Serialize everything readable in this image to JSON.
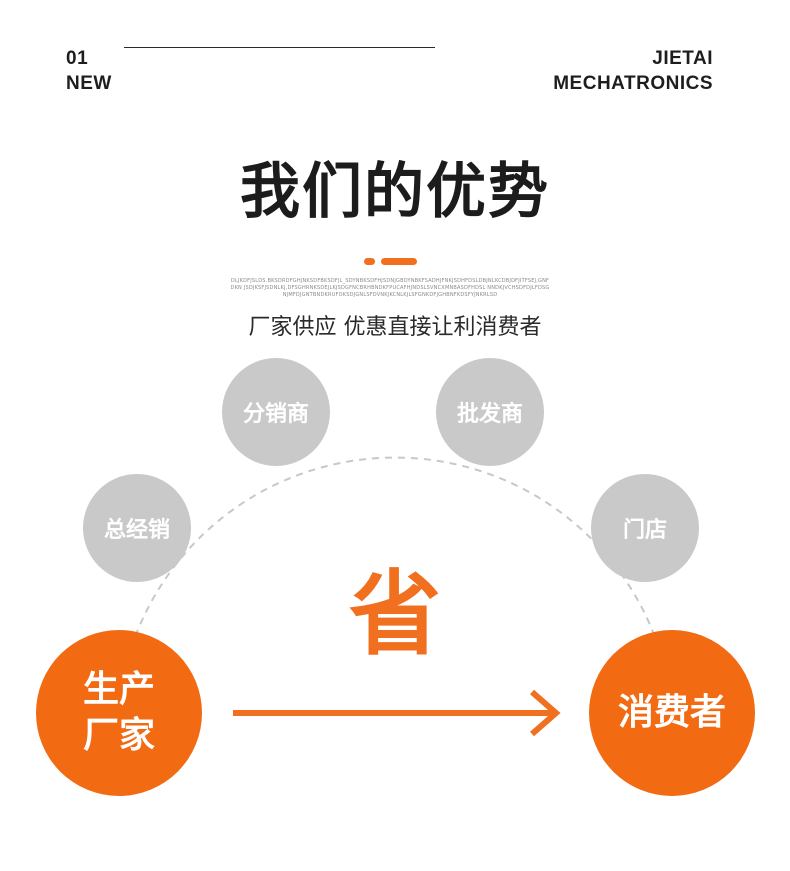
{
  "header": {
    "left_line1": "01",
    "left_line2": "NEW",
    "right_line1": "JIETAI",
    "right_line2": "MECHATRONICS"
  },
  "title": "我们的优势",
  "fine_print": "DLJKDFJSLDS.BKSDRDFGHJNKSDFBKSDFJL_SDYNBKSDFHJSDNJGBDYNBKFSADHJFNKJSDHFDSLDBJNLKCDBJDFJITFSEJ,GNFDKN JSDJKSFJSDNLKJ,DFSGHRNKSDEJLKJSDGFNCBRHBNDKFPUCAFHJNDSLSVNCXMNBASDFHDSL NNDKJVCHSDFDJLFDSGNJMFDJGNTBNDKRUFOKSDJGNLSFDVNKJKCNLKJLSFGNKDFJGHBNFKDSFYJNKRLSD",
  "subtitle": "厂家供应 优惠直接让利消费者",
  "nodes": {
    "general_distributor": "总经销",
    "distributor": "分销商",
    "wholesaler": "批发商",
    "store": "门店",
    "manufacturer_line1": "生产",
    "manufacturer_line2": "厂家",
    "consumer": "消费者"
  },
  "save_glyph": "省",
  "colors": {
    "accent": "#f26a12",
    "node_gray": "#c9c9c9",
    "arc_dash": "#c8c8c8"
  }
}
